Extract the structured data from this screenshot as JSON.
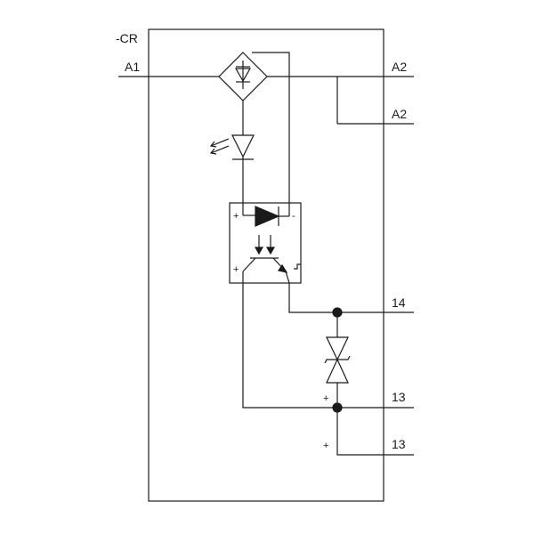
{
  "diagram": {
    "device_tag": "-CR",
    "terminals": {
      "a1": "A1",
      "a2_top": "A2",
      "a2_bottom": "A2",
      "t14": "14",
      "t13_top": "13",
      "t13_bottom": "13"
    },
    "polarity": {
      "led_plus": "+",
      "led_minus": "-",
      "transistor_plus": "+",
      "output_plus_upper": "+",
      "output_plus_lower": "+"
    }
  }
}
